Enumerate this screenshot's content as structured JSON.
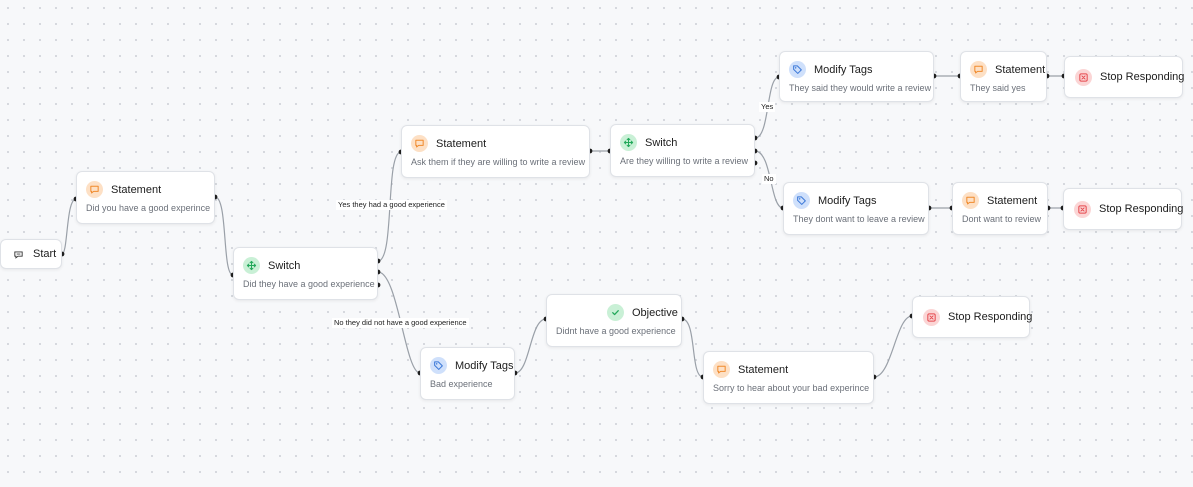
{
  "start": {
    "label": "Start"
  },
  "nodes": {
    "statement_1": {
      "title": "Statement",
      "subtitle": "Did you have a good experince"
    },
    "switch_1": {
      "title": "Switch",
      "subtitle": "Did they have a good experience"
    },
    "statement_ask": {
      "title": "Statement",
      "subtitle": "Ask them if they are willing to write a review"
    },
    "switch_2": {
      "title": "Switch",
      "subtitle": "Are they willing to write a review"
    },
    "tags_yes": {
      "title": "Modify Tags",
      "subtitle": "They said they would write a review"
    },
    "statement_yes": {
      "title": "Statement",
      "subtitle": "They said yes"
    },
    "stop_yes": {
      "title": "Stop Responding"
    },
    "tags_no": {
      "title": "Modify Tags",
      "subtitle": "They dont want to leave a review"
    },
    "statement_no": {
      "title": "Statement",
      "subtitle": "Dont want to review"
    },
    "stop_no": {
      "title": "Stop Responding"
    },
    "tags_bad": {
      "title": "Modify Tags",
      "subtitle": "Bad experience"
    },
    "objective": {
      "title": "Objective",
      "subtitle": "Didnt have a good experience"
    },
    "statement_sorry": {
      "title": "Statement",
      "subtitle": "Sorry to hear about your bad experince"
    },
    "stop_bad": {
      "title": "Stop Responding"
    }
  },
  "edge_labels": {
    "good": "Yes they had a good experience",
    "not_good": "No they did not have a good experience",
    "yes": "Yes",
    "no": "No"
  },
  "icons": {
    "statement": "chat-bubble-icon",
    "switch": "switch-arrows-icon",
    "modify_tags": "tag-icon",
    "objective": "check-circle-icon",
    "stop": "stop-x-icon",
    "start": "chat-icon"
  },
  "colors": {
    "statement": "#f7a050",
    "switch": "#2fbf6a",
    "modify_tags": "#4a86e8",
    "objective": "#2fbf6a",
    "stop": "#e5484d"
  }
}
